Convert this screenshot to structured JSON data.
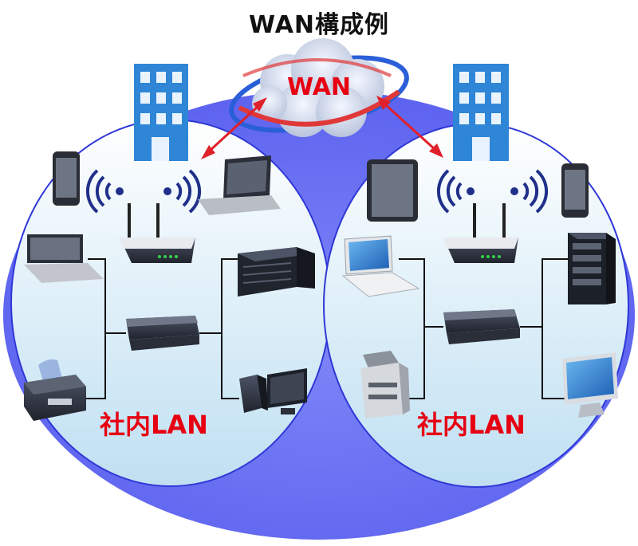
{
  "diagram": {
    "title": "WAN構成例",
    "wan_label": "WAN",
    "lan_left_label": "社内LAN",
    "lan_right_label": "社内LAN",
    "colors": {
      "outer_ellipse": "#6a6ff2",
      "lan_fill_top": "#ffffff",
      "lan_fill_bottom": "#bfe0f2",
      "lan_stroke": "#2e37d6",
      "building": "#2f86d6",
      "window": "#e9f3ff",
      "wifi": "#20308a",
      "link_line": "#111111",
      "wan_arrow": "#e0202a",
      "label_red": "#e60012"
    },
    "icons": [
      "building-icon",
      "cloud-icon",
      "wifi-router-icon",
      "smartphone-icon",
      "laptop-icon",
      "tablet-icon",
      "network-switch-icon",
      "server-icon",
      "rack-server-icon",
      "printer-icon",
      "multifunction-printer-icon",
      "desktop-pc-icon",
      "monitor-icon"
    ]
  }
}
